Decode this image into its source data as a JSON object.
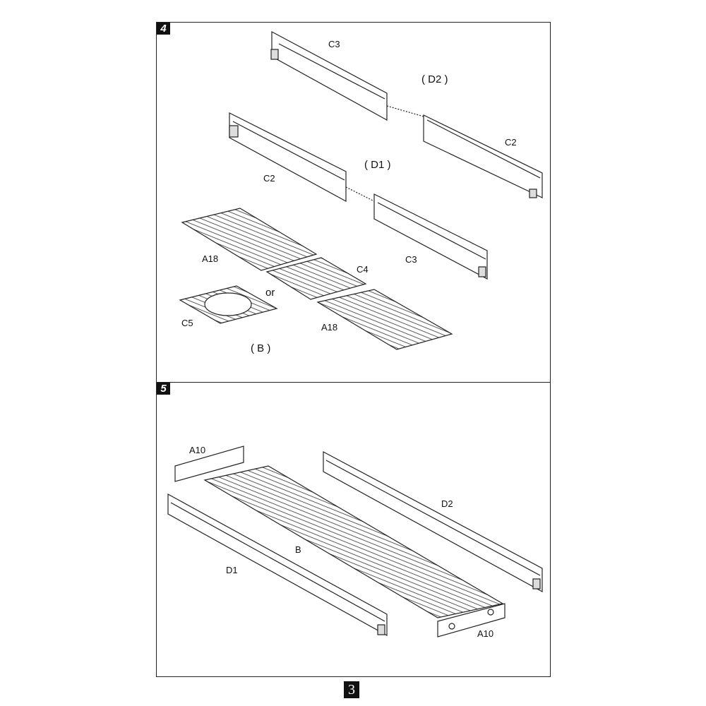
{
  "steps": [
    {
      "number": "4",
      "labels": {
        "c3_top": "C3",
        "d2": "( D2 )",
        "c2_right": "C2",
        "d1": "( D1 )",
        "c2_left": "C2",
        "c3_bottom": "C3",
        "a18_left": "A18",
        "c4": "C4",
        "or": "or",
        "c5": "C5",
        "a18_right": "A18",
        "b": "( B )"
      }
    },
    {
      "number": "5",
      "labels": {
        "a10_top": "A10",
        "d2": "D2",
        "b": "B",
        "d1": "D1",
        "a10_bottom": "A10"
      }
    }
  ],
  "page_number": "3"
}
